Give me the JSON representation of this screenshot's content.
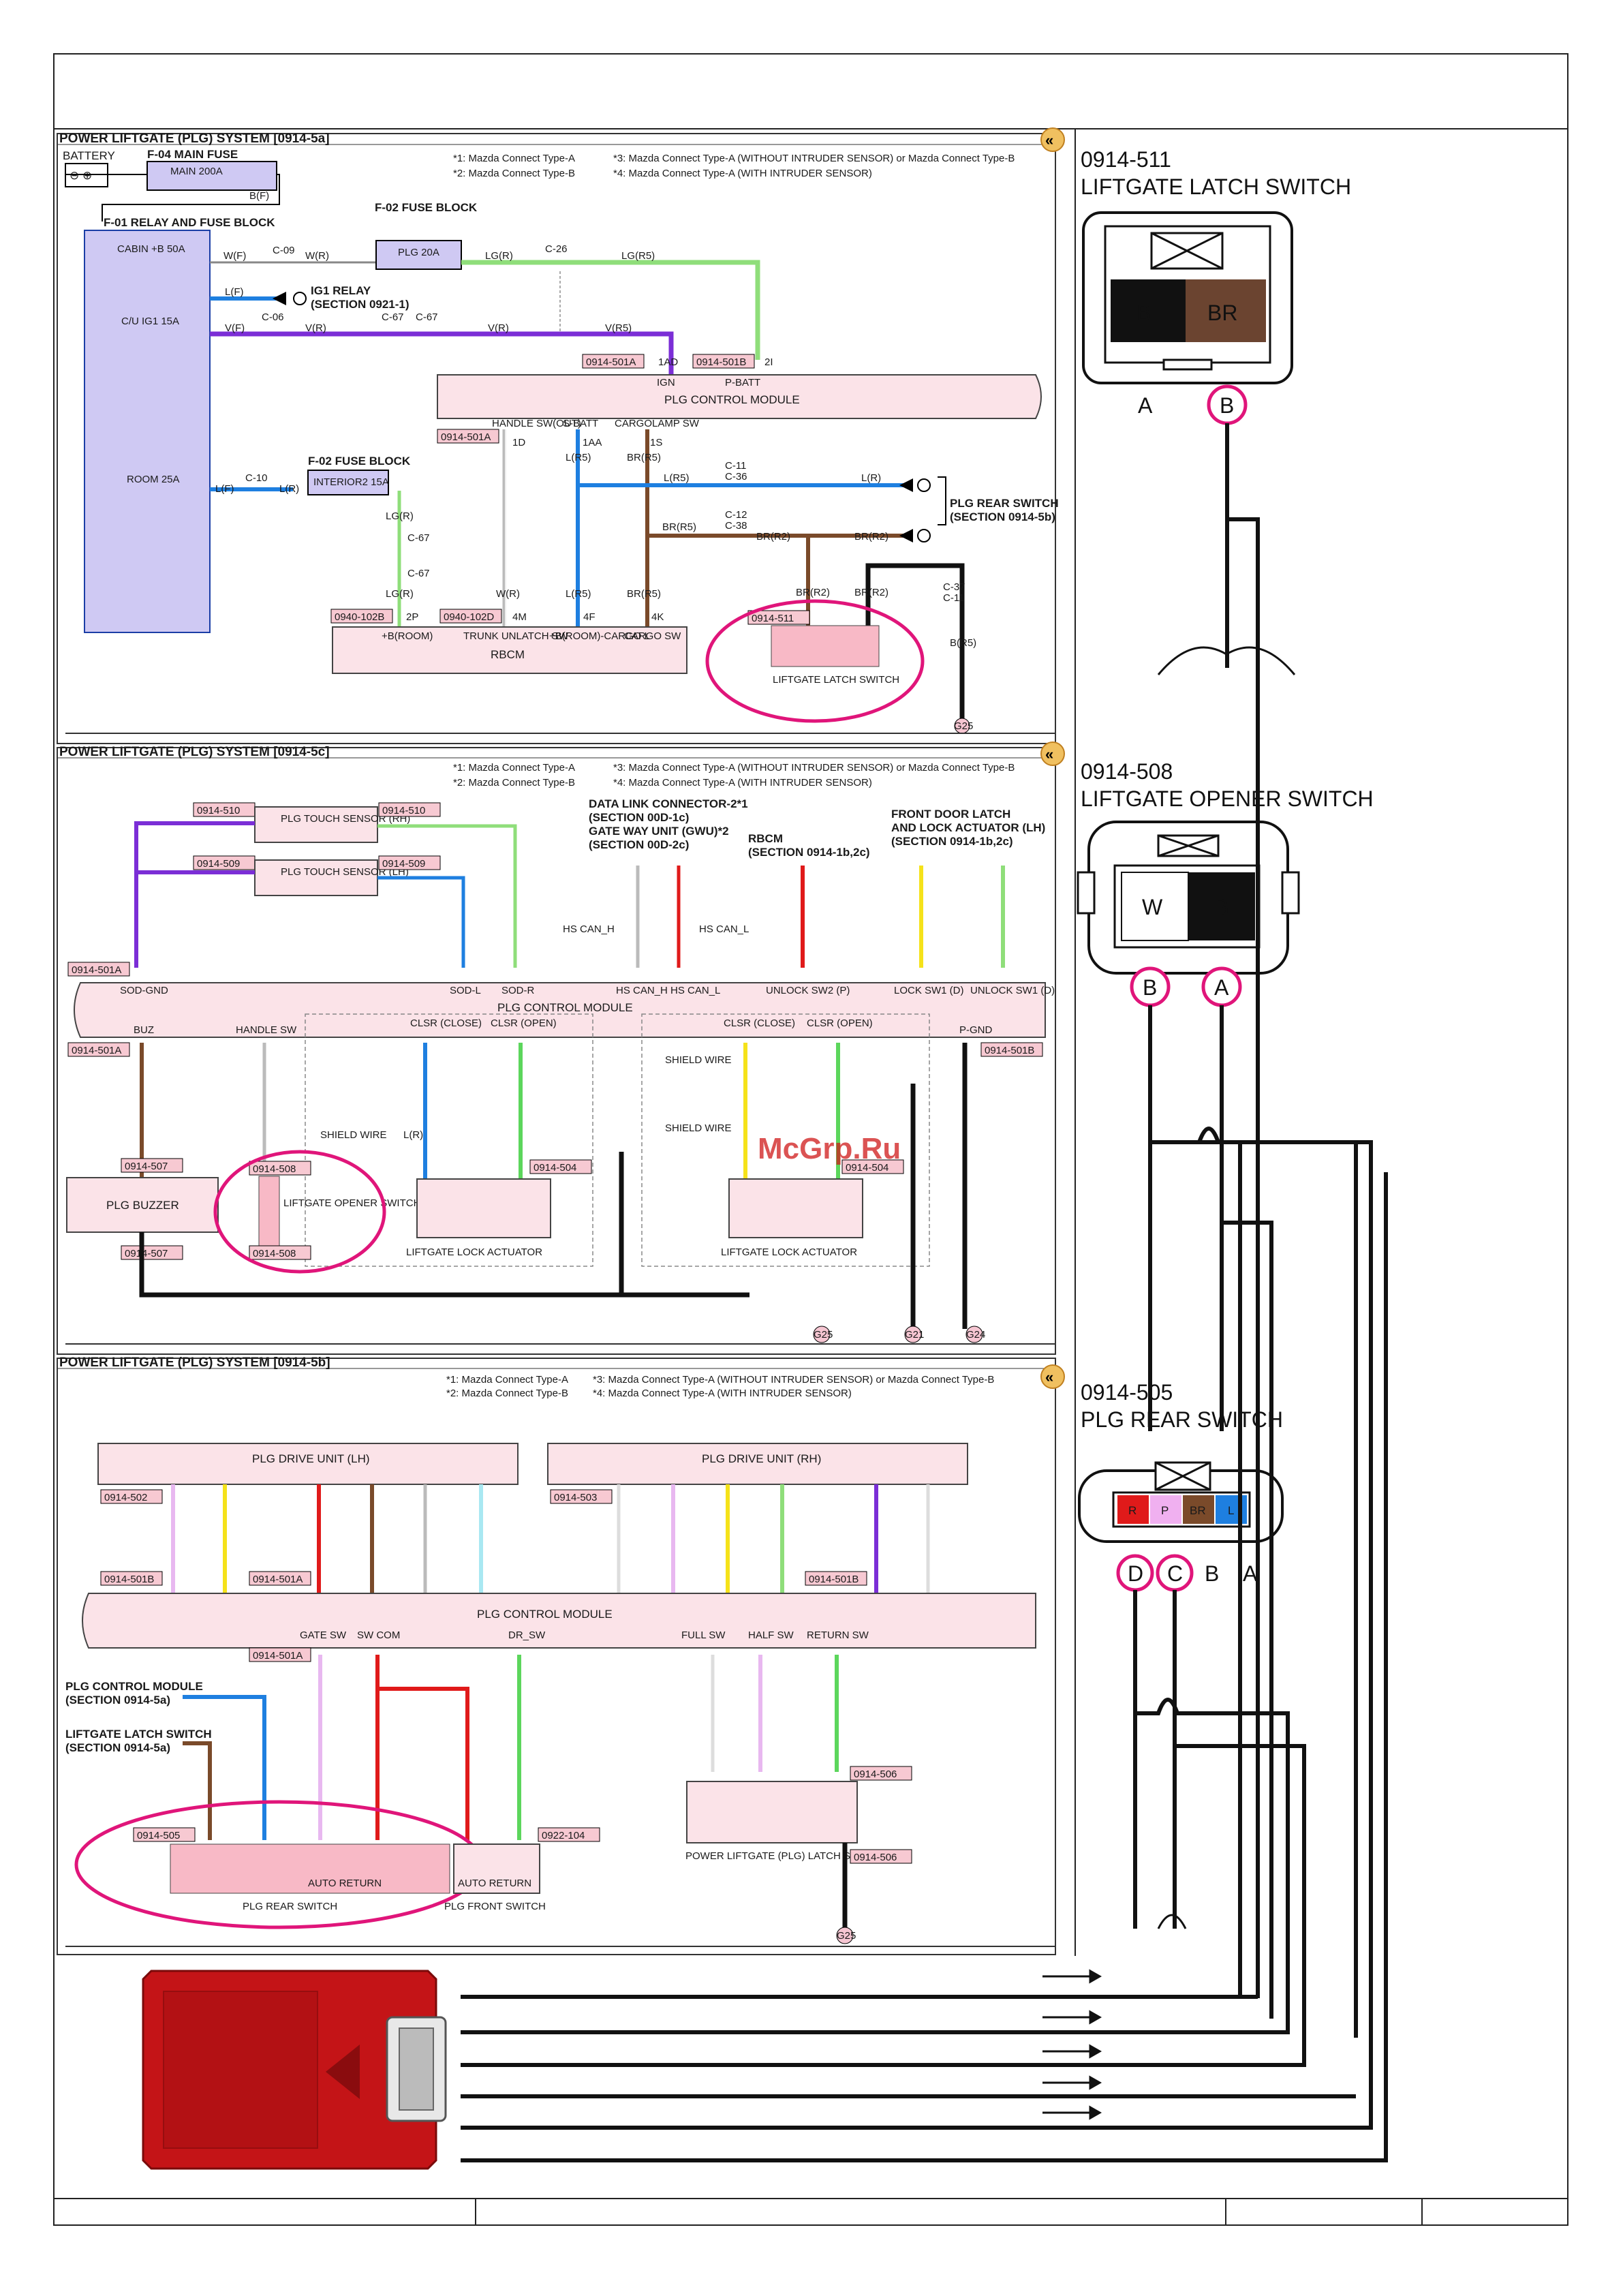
{
  "colors": {
    "violet": "#7b2ed6",
    "blue": "#1e7fe0",
    "green": "#5cd65c",
    "lightgreen": "#b6f0a6",
    "brown": "#7a4a2a",
    "red": "#e01a1a",
    "pink": "#f6c6d2",
    "yellow": "#f5e21a",
    "lavender": "#cfc9f3",
    "magenta": "#e0157a",
    "module": "#fbe3e8",
    "tag": "#f7c9d2",
    "unitred": "#c41417",
    "black": "#111111"
  },
  "sections": {
    "a": {
      "title": "POWER LIFTGATE (PLG) SYSTEM [0914-5a]"
    },
    "c": {
      "title": "POWER LIFTGATE (PLG) SYSTEM [0914-5c]"
    },
    "b": {
      "title": "POWER LIFTGATE (PLG) SYSTEM [0914-5b]"
    }
  },
  "legend": {
    "a1": "*1: Mazda Connect Type-A",
    "a2": "*2: Mazda Connect Type-B",
    "a3": "*3: Mazda Connect Type-A (WITHOUT INTRUDER SENSOR) or Mazda Connect Type-B",
    "a4": "*4: Mazda Connect Type-A (WITH INTRUDER SENSOR)"
  },
  "section_a": {
    "battery": "BATTERY",
    "main_fuse": "F-04 MAIN FUSE",
    "main_200a": "MAIN 200A",
    "relay_fuse_block": "F-01 RELAY AND FUSE BLOCK",
    "cabin_b": "CABIN +B 50A",
    "cu_ig1": "C/U IG1 15A",
    "room": "ROOM 25A",
    "fuse_block": "F-02 FUSE BLOCK",
    "plg_20a": "PLG 20A",
    "ig1_relay": "IG1 RELAY",
    "ig1_section": "(SECTION 0921-1)",
    "fuse_block2": "F-02 FUSE BLOCK",
    "interior2": "INTERIOR2 15A",
    "module": "PLG CONTROL MODULE",
    "rbcm": "RBCM",
    "latch_switch": "LIFTGATE LATCH SWITCH",
    "latch_tag": "0914-511",
    "rear_switch": "PLG REAR SWITCH",
    "rear_switch_section": "(SECTION 0914-5b)",
    "tag_501a": "0914-501A",
    "tag_501b": "0914-501B",
    "tag_102b": "0940-102B",
    "tag_102d": "0940-102D",
    "pin_handle": "HANDLE SW(OUT)",
    "pin_sbatt": "S-BATT",
    "pin_cargo": "CARGOLAMP SW",
    "pin_ign": "IGN",
    "pin_pbatt": "P-BATT",
    "rbcm_pin1": "+B(ROOM)",
    "rbcm_pin2": "TRUNK UNLATCH SW",
    "rbcm_pin3": "+B(ROOM)-CARGO L",
    "rbcm_pin4": "CARGO SW",
    "w_wf": "W(F)",
    "w_wr": "W(R)",
    "w_lgr": "LG(R)",
    "w_lgr5": "LG(R5)",
    "w_lf": "L(F)",
    "w_vf": "V(F)",
    "w_vr": "V(R)",
    "w_vr5": "V(R5)",
    "w_lr": "L(R)",
    "w_bf": "B(F)",
    "w_br5": "B(R5)",
    "w_brr5": "BR(R5)",
    "w_lr5": "L(R5)",
    "w_brr2": "BR(R2)",
    "c09": "C-09",
    "c26": "C-26",
    "c06": "C-06",
    "c67": "C-67",
    "c10": "C-10",
    "c11": "C-11",
    "c36": "C-36",
    "c12": "C-12",
    "c38": "C-38",
    "c37": "C-37",
    "p_1ad": "1AD",
    "p_2i": "2I",
    "p_1d": "1D",
    "p_1aa": "1AA",
    "p_1s": "1S",
    "p_2p": "2P",
    "p_4m": "4M",
    "p_4f": "4F",
    "p_4k": "4K",
    "g25": "G25"
  },
  "section_c": {
    "touch_rh": "PLG TOUCH SENSOR (RH)",
    "touch_lh": "PLG TOUCH SENSOR (LH)",
    "tag_510": "0914-510",
    "tag_509": "0914-509",
    "dlc": "DATA LINK CONNECTOR-2*1",
    "dlc_sec": "(SECTION 00D-1c)",
    "gwu": "GATE WAY UNIT (GWU)*2",
    "gwu_sec": "(SECTION 00D-2c)",
    "rbcm": "RBCM",
    "rbcm_sec": "(SECTION 0914-1b,2c)",
    "front_latch": "FRONT DOOR LATCH",
    "front_latch2": "AND LOCK ACTUATOR (LH)",
    "front_latch_sec": "(SECTION 0914-1b,2c)",
    "hs_can_h": "HS CAN_H",
    "hs_can_l": "HS CAN_L",
    "module": "PLG CONTROL MODULE",
    "pin_sodgnd": "SOD-GND",
    "pin_sodl": "SOD-L",
    "pin_sodr": "SOD-R",
    "pin_can": "HS CAN_H HS CAN_L",
    "pin_unlock": "UNLOCK SW2 (P)",
    "pin_lock": "LOCK SW1 (D)",
    "pin_unlock1": "UNLOCK SW1 (D)",
    "pin_buz": "BUZ",
    "pin_handle": "HANDLE SW",
    "pin_clsr_close": "CLSR (CLOSE)",
    "pin_clsr_open": "CLSR (OPEN)",
    "pin_pgnd": "P-GND",
    "buzzer": "PLG BUZZER",
    "tag_507": "0914-507",
    "opener": "LIFTGATE OPENER SWITCH",
    "tag_508": "0914-508",
    "actuator": "LIFTGATE LOCK ACTUATOR",
    "tag_504": "0914-504",
    "shield_wire": "SHIELD WIRE",
    "g25": "G25",
    "g21": "G21",
    "g24": "G24"
  },
  "section_b": {
    "drive_lh": "PLG DRIVE UNIT (LH)",
    "drive_rh": "PLG DRIVE UNIT (RH)",
    "tag_502": "0914-502",
    "tag_503": "0914-503",
    "module": "PLG CONTROL MODULE",
    "pin_gate_sw": "GATE SW",
    "pin_sw_com": "SW COM",
    "pin_dr_sw": "DR_SW",
    "pin_full_sw": "FULL SW",
    "pin_half_sw": "HALF SW",
    "pin_return_sw": "RETURN SW",
    "plg_cm": "PLG CONTROL MODULE",
    "plg_cm_sec": "(SECTION 0914-5a)",
    "latch_sw": "LIFTGATE LATCH SWITCH",
    "latch_sw_sec": "(SECTION 0914-5a)",
    "rear_switch": "PLG REAR SWITCH",
    "tag_505": "0914-505",
    "auto_return": "AUTO RETURN",
    "front_switch": "PLG FRONT SWITCH",
    "tag_104": "0922-104",
    "latch_unit": "POWER LIFTGATE (PLG) LATCH SWITCH",
    "tag_506": "0914-506",
    "g25": "G25"
  },
  "right": {
    "latch_id": "0914-511",
    "latch_name": "LIFTGATE LATCH SWITCH",
    "latch_pins": [
      "B",
      "BR"
    ],
    "latch_ab": [
      "A",
      "B"
    ],
    "opener_id": "0914-508",
    "opener_name": "LIFTGATE OPENER SWITCH",
    "opener_pins": [
      "W",
      "B"
    ],
    "opener_ab": [
      "B",
      "A"
    ],
    "rear_id": "0914-505",
    "rear_name": "PLG REAR SWITCH",
    "rear_pins": [
      "R",
      "P",
      "BR",
      "L"
    ],
    "rear_dcba": [
      "D",
      "C",
      "B",
      "A"
    ]
  },
  "watermark": "McGrp.Ru"
}
